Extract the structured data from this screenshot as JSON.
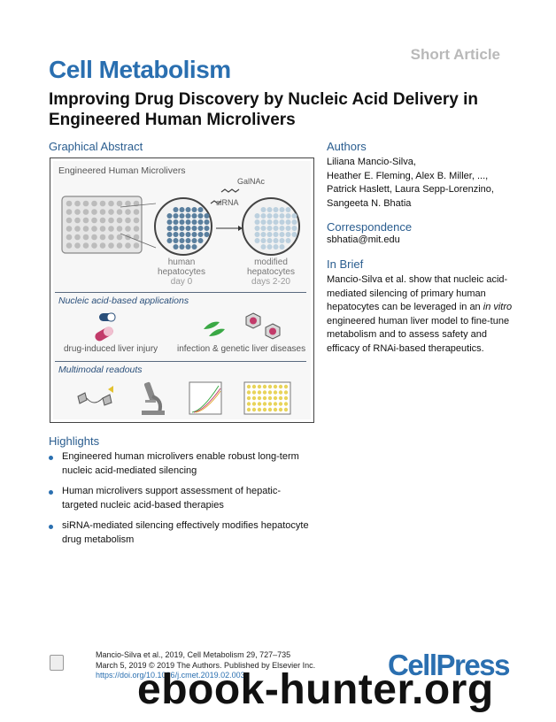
{
  "header": {
    "article_type": "Short Article",
    "journal": "Cell Metabolism",
    "title": "Improving Drug Discovery by Nucleic Acid Delivery in Engineered Human Microlivers"
  },
  "graphical_abstract": {
    "heading": "Graphical Abstract",
    "panel1_title": "Engineered Human Microlivers",
    "galnac_label": "GalNAc",
    "sirna_label": "siRNA",
    "human_hepatocytes": "human hepatocytes",
    "day0": "day 0",
    "modified_hepatocytes": "modified hepatocytes",
    "days": "days 2-20",
    "panel2_title": "Nucleic acid-based applications",
    "drug_injury": "drug-induced liver injury",
    "infection": "infection & genetic liver diseases",
    "panel3_title": "Multimodal readouts"
  },
  "authors": {
    "heading": "Authors",
    "lines": [
      "Liliana Mancio-Silva,",
      "Heather E. Fleming, Alex B. Miller, ...,",
      "Patrick Haslett, Laura Sepp-Lorenzino,",
      "Sangeeta N. Bhatia"
    ]
  },
  "correspondence": {
    "heading": "Correspondence",
    "email": "sbhatia@mit.edu"
  },
  "in_brief": {
    "heading": "In Brief",
    "part1": "Mancio-Silva et al. show that nucleic acid-mediated silencing of primary human hepatocytes can be leveraged in an ",
    "italic": "in vitro",
    "part2": " engineered human liver model to fine-tune metabolism and to assess safety and efficacy of RNAi-based therapeutics."
  },
  "highlights": {
    "heading": "Highlights",
    "items": [
      "Engineered human microlivers enable robust long-term nucleic acid-mediated silencing",
      "Human microlivers support assessment of hepatic-targeted nucleic acid-based therapies",
      "siRNA-mediated silencing effectively modifies hepatocyte drug metabolism"
    ]
  },
  "citation": {
    "line1": "Mancio-Silva et al., 2019, Cell Metabolism 29, 727–735",
    "line2": "March 5, 2019 © 2019 The Authors. Published by Elsevier Inc.",
    "doi": "https://doi.org/10.1016/j.cmet.2019.02.003"
  },
  "publisher_logo": "CellPress",
  "watermark": "ebook-hunter.org",
  "icons": [
    "check-for-updates-icon",
    "well-plate-icon",
    "hepatocyte-dish-icon",
    "pill-capsule-icon",
    "parasite-icon",
    "virus-icon",
    "molecule-icon",
    "microscope-icon",
    "line-graph-icon",
    "heatmap-plate-icon"
  ],
  "colors": {
    "journal_blue": "#2a6fb0",
    "section_blue": "#2a5d8f"
  }
}
